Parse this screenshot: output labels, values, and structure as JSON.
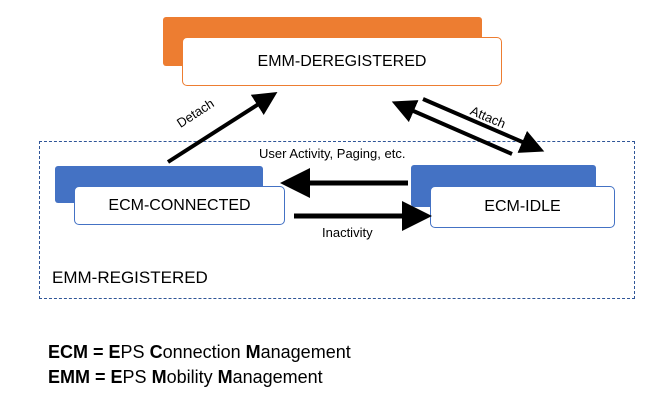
{
  "states": {
    "emm_deregistered": "EMM-DEREGISTERED",
    "ecm_connected": "ECM-CONNECTED",
    "ecm_idle": "ECM-IDLE"
  },
  "region": {
    "label": "EMM-REGISTERED"
  },
  "transitions": {
    "detach": "Detach",
    "attach": "Attach",
    "to_connected": "User Activity, Paging, etc.",
    "to_idle": "Inactivity"
  },
  "legend": [
    {
      "line": "ECM = EPS Connection Management",
      "bold_parts": [
        "ECM =",
        "E",
        "C",
        "M"
      ]
    },
    {
      "line": "EMM = EPS Mobility Management",
      "bold_parts": [
        "EMM =",
        "E",
        "M",
        "M"
      ]
    }
  ],
  "colors": {
    "orange": "#ED7D31",
    "blue": "#4472C4",
    "dashed_border": "#2F5597"
  }
}
